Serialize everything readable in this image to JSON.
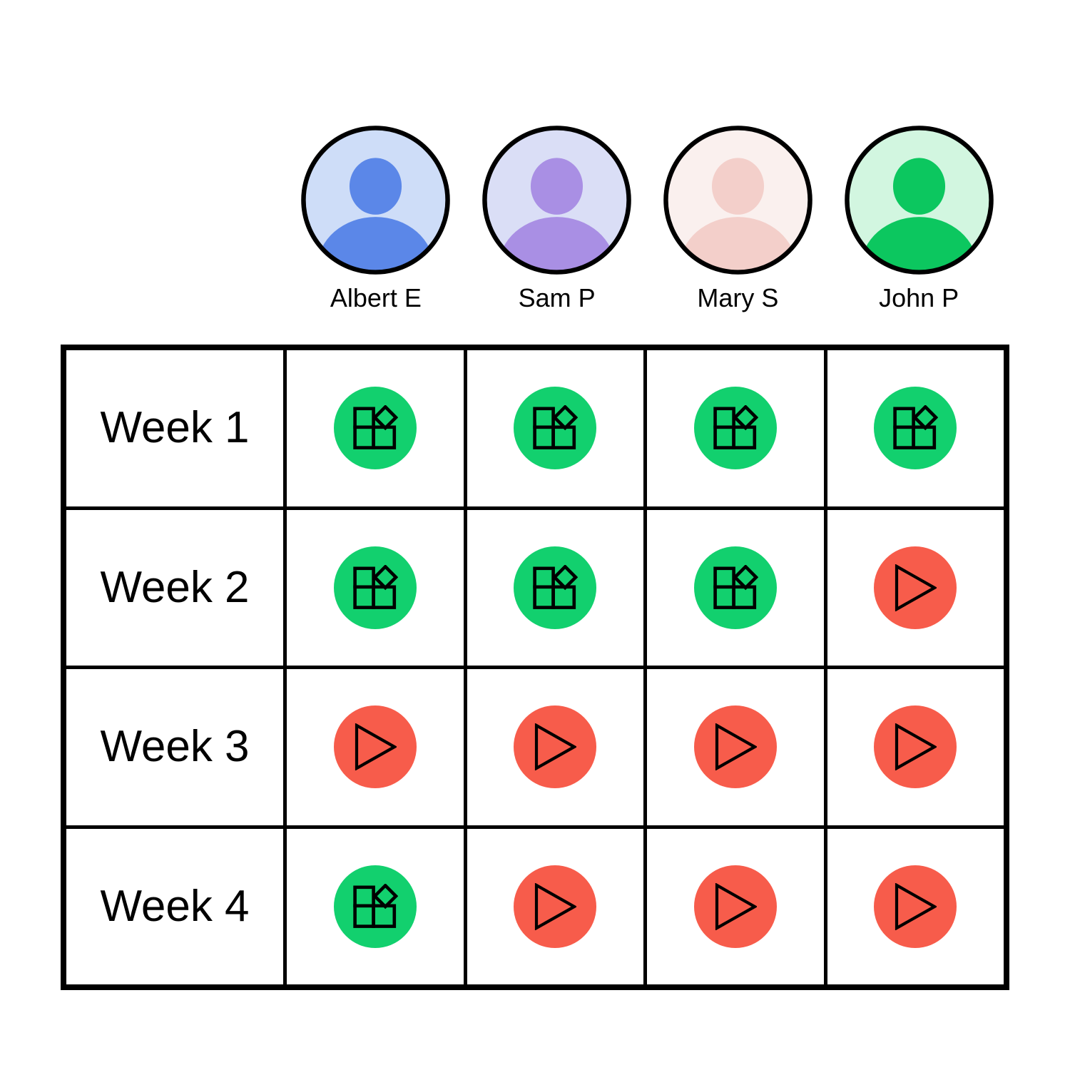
{
  "board": {
    "people": [
      {
        "name": "Albert E",
        "avatar": {
          "bg": "#CEDDF8",
          "fg": "#5B87E8"
        }
      },
      {
        "name": "Sam P",
        "avatar": {
          "bg": "#DADEF6",
          "fg": "#A98FE4"
        }
      },
      {
        "name": "Mary S",
        "avatar": {
          "bg": "#FAF0EE",
          "fg": "#F3CFCA"
        }
      },
      {
        "name": "John P",
        "avatar": {
          "bg": "#D2F6E0",
          "fg": "#0CC75F"
        }
      }
    ],
    "weeks": [
      {
        "label": "Week 1",
        "statuses": [
          "done",
          "done",
          "done",
          "done"
        ]
      },
      {
        "label": "Week 2",
        "statuses": [
          "done",
          "done",
          "done",
          "in_progress"
        ]
      },
      {
        "label": "Week 3",
        "statuses": [
          "in_progress",
          "in_progress",
          "in_progress",
          "in_progress"
        ]
      },
      {
        "label": "Week 4",
        "statuses": [
          "done",
          "in_progress",
          "in_progress",
          "in_progress"
        ]
      }
    ],
    "legend": {
      "done": {
        "color": "#12D06E",
        "icon": "blocks-icon"
      },
      "in_progress": {
        "color": "#F75C4B",
        "icon": "play-icon"
      }
    },
    "colors": {
      "border": "#000000",
      "background": "#FFFFFF",
      "text": "#000000"
    }
  }
}
